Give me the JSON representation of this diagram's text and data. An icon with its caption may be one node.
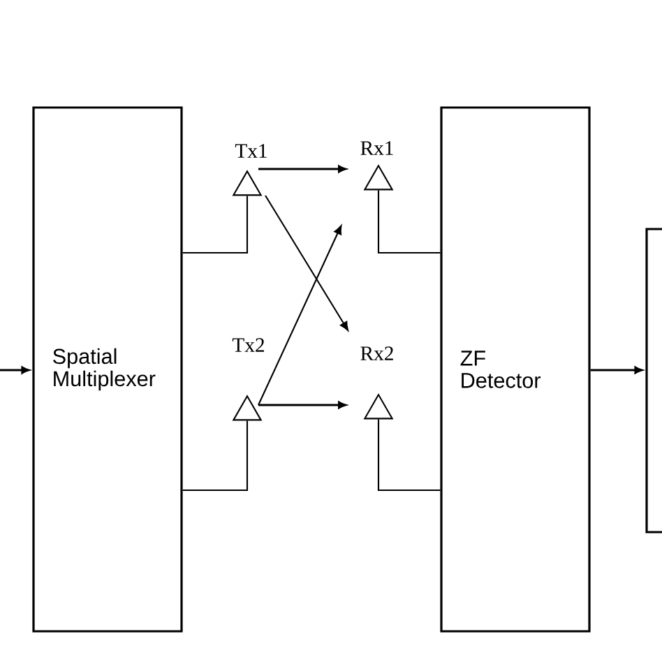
{
  "diagram": {
    "nodes": [
      {
        "text": [
          "Spatial Multiplexer"
        ]
      },
      {
        "text": [
          "Tx1"
        ]
      },
      {
        "text": [
          "Tx2"
        ]
      },
      {
        "text": [
          "Rx1"
        ]
      },
      {
        "text": [
          "Rx2"
        ]
      },
      {
        "text": [
          "ZF Detector"
        ]
      },
      {
        "text": [],
        "shape": "box"
      }
    ],
    "edges": [
      {
        "from": null,
        "to": 0,
        "arrow": "to"
      },
      {
        "from": 0,
        "to": 1,
        "arrow": "none"
      },
      {
        "from": 0,
        "to": 2,
        "arrow": "none"
      },
      {
        "from": 1,
        "to": 3,
        "arrow": "to"
      },
      {
        "from": 1,
        "to": 4,
        "arrow": "to"
      },
      {
        "from": 2,
        "to": 4,
        "arrow": "to"
      },
      {
        "from": 2,
        "to": 3,
        "arrow": "to"
      },
      {
        "from": 3,
        "to": 5,
        "arrow": "none"
      },
      {
        "from": 4,
        "to": 5,
        "arrow": "none"
      },
      {
        "from": 5,
        "to": 6,
        "arrow": "to"
      }
    ]
  }
}
